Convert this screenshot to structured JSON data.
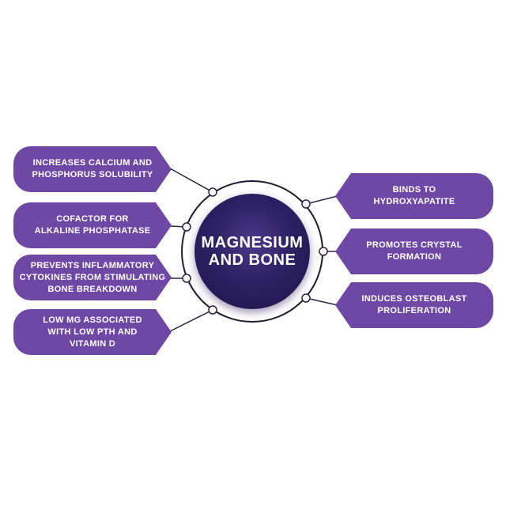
{
  "hub": {
    "title": "MAGNESIUM\nAND BONE"
  },
  "colors": {
    "card_fill": "#6f48a6",
    "hub_fill": "#2c2163",
    "connector": "#2b2340",
    "ring": "#1f1a2e"
  },
  "left_items": [
    {
      "label": "INCREASES CALCIUM AND\nPHOSPHORUS SOLUBILITY"
    },
    {
      "label": "COFACTOR FOR\nALKALINE PHOSPHATASE"
    },
    {
      "label": "PREVENTS INFLAMMATORY\nCYTOKINES FROM STIMULATING\nBONE BREAKDOWN"
    },
    {
      "label": "LOW MG ASSOCIATED\nWITH LOW PTH AND\nVITAMIN D"
    }
  ],
  "right_items": [
    {
      "label": "BINDS TO\nHYDROXYAPATITE"
    },
    {
      "label": "PROMOTES CRYSTAL\nFORMATION"
    },
    {
      "label": "INDUCES OSTEOBLAST\nPROLIFERATION"
    }
  ]
}
